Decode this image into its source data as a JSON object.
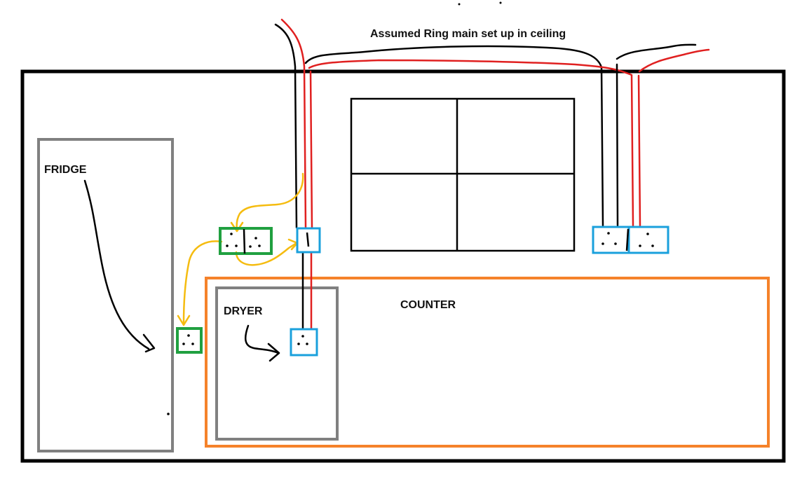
{
  "diagram": {
    "title": "Assumed Ring main set up in ceiling",
    "labels": {
      "fridge": "FRIDGE",
      "dryer": "DRYER",
      "counter": "COUNTER"
    }
  },
  "colors": {
    "wall_outline": "#000000",
    "live_wire": "#e02020",
    "neutral_wire": "#000000",
    "appliance_outline": "#808080",
    "counter_outline": "#f5822a",
    "new_socket": "#20a040",
    "existing_socket": "#1aa0dc",
    "proposed_route": "#f5bc10"
  },
  "icons": {
    "fridge_pointer": "curved-arrow-icon",
    "dryer_pointer": "curved-arrow-icon"
  }
}
